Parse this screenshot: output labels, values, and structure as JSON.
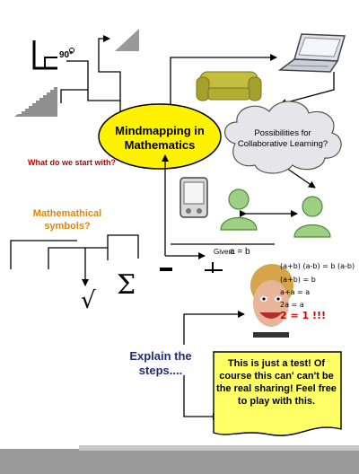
{
  "central_topic": "Mindmapping in Mathematics",
  "collaboration_cloud": "Possibilities for Collaborative Learning?",
  "question_start": "What do we start with?",
  "question_symbols": "Mathemathical symbols?",
  "explain_steps": "Explain the steps....",
  "note_text": "This is just a test! Of course this can' can't be the real sharing! Feel free to play with this.",
  "angle_label": "90°",
  "math_symbols": {
    "root": "√",
    "sum": "Σ"
  },
  "proof_snippet": {
    "given_label": "Given:",
    "given_equation": "a = b"
  },
  "photo_math": [
    "(a+b) (a-b) = b (a-b)",
    "(a+b) = b",
    "a+a = a",
    "2a = a",
    "2 = 1 !!!"
  ],
  "colors": {
    "central_fill": "#fff200",
    "cloud_fill": "#e6e6ea",
    "note_fill": "#ffff66",
    "sofa": "#a6a12a",
    "people": "#9ed083",
    "question_red": "#c00000",
    "question_orange": "#e0850a",
    "explain_navy": "#1f2d7a"
  },
  "icons": [
    "right-angle-icon",
    "stairs-icon",
    "ramp-icon",
    "sofa-icon",
    "laptop-icon",
    "cloud-icon",
    "pda-icon",
    "person-icon",
    "person-icon",
    "caricature-photo"
  ]
}
